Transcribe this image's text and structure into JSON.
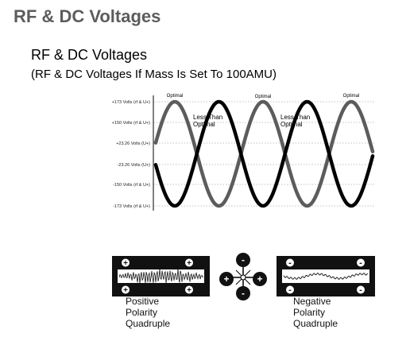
{
  "header": {
    "title": "RF & DC Voltages"
  },
  "slide": {
    "title": "RF & DC Voltages",
    "subtitle": "(RF & DC Voltages If Mass Is Set To 100AMU)"
  },
  "waveform": {
    "y_labels": [
      "+173 Volts (rf & U+)",
      "+150 Volts (rf & U+)",
      "+23.26 Volts (U+)",
      "-23.26 Volts (U+)",
      "-150 Volts (rf & U+)",
      "-173 Volts (rf & U+)"
    ],
    "optimal_label": "Optimal",
    "less_than_label_line1": "Less Than",
    "less_than_label_line2": "Optimal",
    "colors": {
      "rf_dc_plus": "#5c5c5c",
      "rf_dc_minus": "#000000"
    }
  },
  "quadrupoles": {
    "positive": {
      "line1": "Positive",
      "line2": "Polarity",
      "line3": "Quadruple"
    },
    "negative": {
      "line1": "Negative",
      "line2": "Polarity",
      "line3": "Quadruple"
    },
    "plus_symbol": "+",
    "minus_symbol": "-"
  }
}
